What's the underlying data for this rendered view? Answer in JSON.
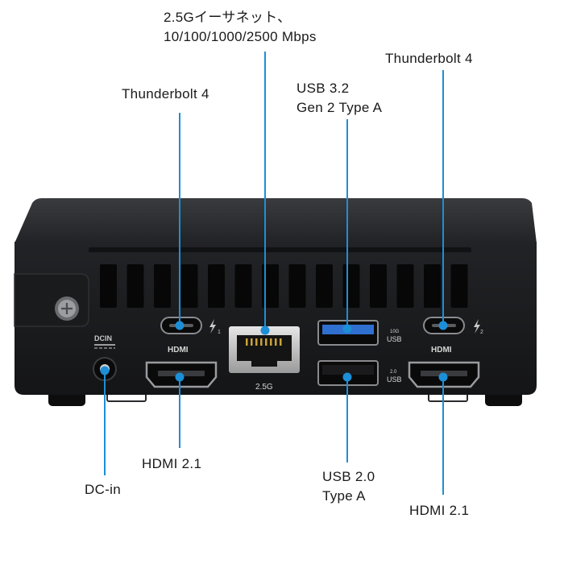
{
  "callouts": {
    "ethernet": {
      "line1": "2.5Gイーサネット、",
      "line2": "10/100/1000/2500 Mbps"
    },
    "thunderbolt_left": "Thunderbolt 4",
    "thunderbolt_right": "Thunderbolt 4",
    "usb32": {
      "line1": "USB 3.2",
      "line2": "Gen 2 Type A"
    },
    "hdmi_left": "HDMI 2.1",
    "hdmi_right": "HDMI 2.1",
    "usb20": {
      "line1": "USB 2.0",
      "line2": "Type A"
    },
    "dcin": "DC-in"
  },
  "panel_text": {
    "dcin": "DCIN",
    "hdmi_left": "HDMI",
    "hdmi_right": "HDMI",
    "eth_speed": "2.5G",
    "usb_top_speed": "10G",
    "usb_top": "USB",
    "usb_bottom_speed": "2.0",
    "usb_bottom": "USB",
    "tb_left_num": "1",
    "tb_right_num": "2"
  },
  "colors": {
    "callout_line": "#1d8fd6",
    "callout_dot": "#1d8fd6",
    "usb3_blue": "#2f6fd0",
    "chassis": "#1b1c1e"
  }
}
